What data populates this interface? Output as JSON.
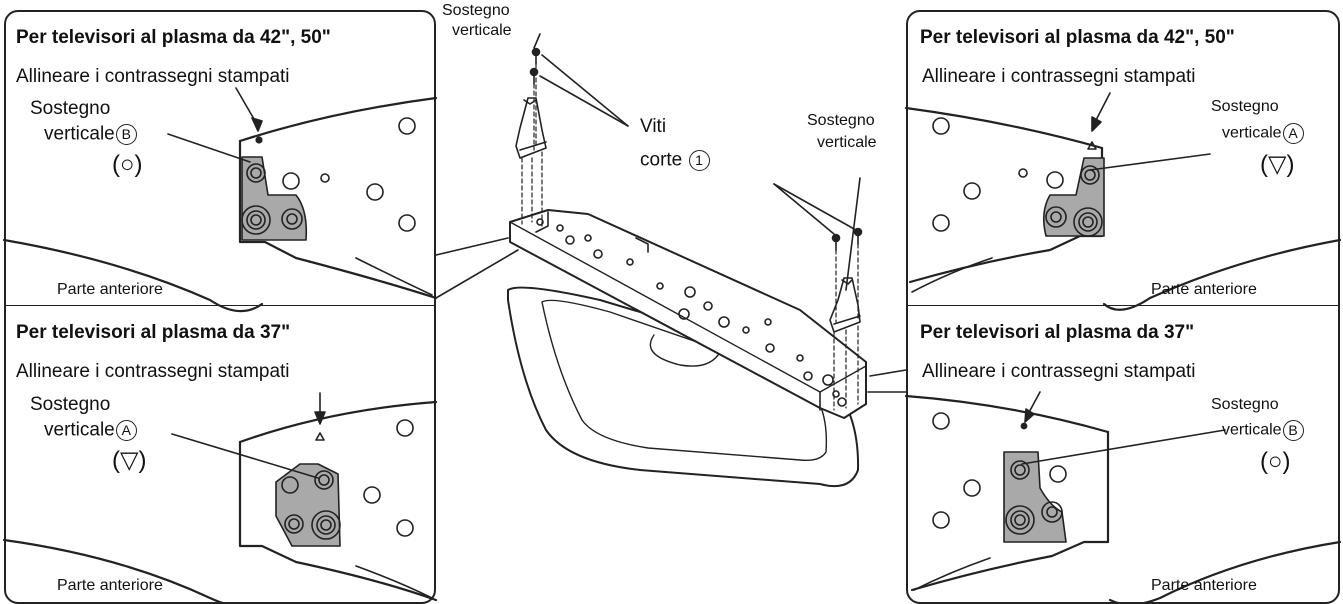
{
  "panels": {
    "top_left": {
      "title": "Per televisori al plasma da 42\", 50\"",
      "align": "Allineare i contrassegni stampati",
      "support_line1": "Sostegno",
      "support_line2": "verticale",
      "support_letter": "B",
      "mark_open": "(",
      "mark_symbol": "○",
      "mark_close": ")",
      "front": "Parte anteriore"
    },
    "bottom_left": {
      "title": "Per televisori al plasma da 37\"",
      "align": "Allineare i contrassegni stampati",
      "support_line1": "Sostegno",
      "support_line2": "verticale",
      "support_letter": "A",
      "mark_open": "(",
      "mark_symbol": "▽",
      "mark_close": ")",
      "front": "Parte anteriore"
    },
    "top_right": {
      "title": "Per televisori al plasma da 42\", 50\"",
      "align": "Allineare i contrassegni stampati",
      "support_line1": "Sostegno",
      "support_line2": "verticale",
      "support_letter": "A",
      "mark_open": "(",
      "mark_symbol": "▽",
      "mark_close": ")",
      "front": "Parte anteriore"
    },
    "bottom_right": {
      "title": "Per televisori al plasma da 37\"",
      "align": "Allineare i contrassegni stampati",
      "support_line1": "Sostegno",
      "support_line2": "verticale",
      "support_letter": "B",
      "mark_open": "(",
      "mark_symbol": "○",
      "mark_close": ")",
      "front": "Parte anteriore"
    }
  },
  "center": {
    "support_left_line1": "Sostegno",
    "support_left_line2": "verticale",
    "support_right_line1": "Sostegno",
    "support_right_line2": "verticale",
    "screws_line1": "Viti",
    "screws_line2": "corte",
    "screws_number": "1"
  },
  "colors": {
    "line": "#222222",
    "bracket_fill": "#a9a9a9",
    "background": "#ffffff"
  },
  "icons": [
    "triangle-mark-icon",
    "circle-mark-icon",
    "screw-icon",
    "bracket-icon"
  ]
}
